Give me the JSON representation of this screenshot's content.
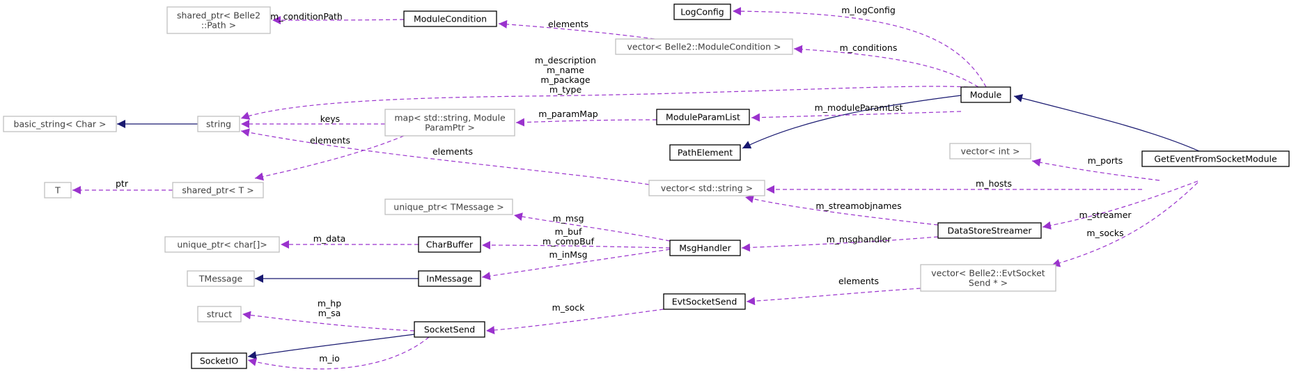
{
  "diagram": {
    "colors": {
      "inheritance": "#191970",
      "usage": "#9a32cd",
      "node_border_documented": "#000000",
      "node_border_external": "#bfbfbf",
      "node_text_external": "#404040",
      "highlight_fill": "#bfbfbf"
    },
    "nodes": [
      {
        "id": "getevent",
        "lines": [
          "GetEventFromSocketModule"
        ],
        "style": "highlight"
      },
      {
        "id": "module",
        "lines": [
          "Module"
        ],
        "style": "documented"
      },
      {
        "id": "logconfig",
        "lines": [
          "LogConfig"
        ],
        "style": "documented"
      },
      {
        "id": "modulecondition",
        "lines": [
          "ModuleCondition"
        ],
        "style": "documented"
      },
      {
        "id": "moduleparamlist",
        "lines": [
          "ModuleParamList"
        ],
        "style": "documented"
      },
      {
        "id": "pathelement",
        "lines": [
          "PathElement"
        ],
        "style": "documented"
      },
      {
        "id": "datastorestreamer",
        "lines": [
          "DataStoreStreamer"
        ],
        "style": "documented"
      },
      {
        "id": "msghandler",
        "lines": [
          "MsgHandler"
        ],
        "style": "documented"
      },
      {
        "id": "charbuffer",
        "lines": [
          "CharBuffer"
        ],
        "style": "documented"
      },
      {
        "id": "inmessage",
        "lines": [
          "InMessage"
        ],
        "style": "documented"
      },
      {
        "id": "evtsocketsend",
        "lines": [
          "EvtSocketSend"
        ],
        "style": "documented"
      },
      {
        "id": "socketsend",
        "lines": [
          "SocketSend"
        ],
        "style": "documented"
      },
      {
        "id": "socketio",
        "lines": [
          "SocketIO"
        ],
        "style": "documented"
      },
      {
        "id": "sharedptr_path",
        "lines": [
          "shared_ptr< Belle2",
          "::Path >"
        ],
        "style": "external"
      },
      {
        "id": "vector_modulecondition",
        "lines": [
          "vector< Belle2::ModuleCondition >"
        ],
        "style": "external"
      },
      {
        "id": "basic_string",
        "lines": [
          "basic_string< Char >"
        ],
        "style": "external"
      },
      {
        "id": "string",
        "lines": [
          "string"
        ],
        "style": "external"
      },
      {
        "id": "map_param",
        "lines": [
          "map< std::string, Module",
          "ParamPtr >"
        ],
        "style": "external"
      },
      {
        "id": "t",
        "lines": [
          "T"
        ],
        "style": "external"
      },
      {
        "id": "sharedptr_t",
        "lines": [
          "shared_ptr< T >"
        ],
        "style": "external"
      },
      {
        "id": "vector_int",
        "lines": [
          "vector< int >"
        ],
        "style": "external"
      },
      {
        "id": "vector_string",
        "lines": [
          "vector< std::string >"
        ],
        "style": "external"
      },
      {
        "id": "uniqueptr_tmessage",
        "lines": [
          "unique_ptr< TMessage >"
        ],
        "style": "external"
      },
      {
        "id": "uniqueptr_char",
        "lines": [
          "unique_ptr< char[]>"
        ],
        "style": "external"
      },
      {
        "id": "tmessage",
        "lines": [
          "TMessage"
        ],
        "style": "external"
      },
      {
        "id": "vector_evtsocket",
        "lines": [
          "vector< Belle2::EvtSocket",
          "Send * >"
        ],
        "style": "external"
      },
      {
        "id": "struct",
        "lines": [
          "struct"
        ],
        "style": "external"
      }
    ],
    "edges": [
      {
        "id": "e-module-getevent",
        "kind": "inheritance",
        "from": "module",
        "to": "getevent",
        "labels": []
      },
      {
        "id": "e-pathelement-module",
        "kind": "inheritance",
        "from": "pathelement",
        "to": "module",
        "labels": []
      },
      {
        "id": "e-basicstring-string",
        "kind": "inheritance",
        "from": "basic_string",
        "to": "string",
        "labels": []
      },
      {
        "id": "e-tmessage-inmessage",
        "kind": "inheritance",
        "from": "tmessage",
        "to": "inmessage",
        "labels": []
      },
      {
        "id": "e-socketio-socketsend",
        "kind": "inheritance",
        "from": "socketio",
        "to": "socketsend",
        "labels": []
      },
      {
        "id": "e-logconfig",
        "kind": "usage",
        "from": "module",
        "to": "logconfig",
        "labels": [
          "m_logConfig"
        ]
      },
      {
        "id": "e-conditions",
        "kind": "usage",
        "from": "module",
        "to": "vector_modulecondition",
        "labels": [
          "m_conditions"
        ]
      },
      {
        "id": "e-cond-elements",
        "kind": "usage",
        "from": "vector_modulecondition",
        "to": "modulecondition",
        "labels": [
          "elements"
        ]
      },
      {
        "id": "e-conditionpath",
        "kind": "usage",
        "from": "modulecondition",
        "to": "sharedptr_path",
        "labels": [
          "m_conditionPath"
        ]
      },
      {
        "id": "e-module-string",
        "kind": "usage",
        "from": "module",
        "to": "string",
        "labels": [
          "m_description",
          "m_name",
          "m_package",
          "m_type"
        ]
      },
      {
        "id": "e-moduleparamlist",
        "kind": "usage",
        "from": "module",
        "to": "moduleparamlist",
        "labels": [
          "m_moduleParamList"
        ]
      },
      {
        "id": "e-parammap",
        "kind": "usage",
        "from": "moduleparamlist",
        "to": "map_param",
        "labels": [
          "m_paramMap"
        ]
      },
      {
        "id": "e-keys",
        "kind": "usage",
        "from": "map_param",
        "to": "string",
        "labels": [
          "keys"
        ]
      },
      {
        "id": "e-map-elements",
        "kind": "usage",
        "from": "map_param",
        "to": "sharedptr_t",
        "labels": [
          "elements"
        ]
      },
      {
        "id": "e-ptr",
        "kind": "usage",
        "from": "sharedptr_t",
        "to": "t",
        "labels": [
          "ptr"
        ]
      },
      {
        "id": "e-vecstring-elements",
        "kind": "usage",
        "from": "vector_string",
        "to": "string",
        "labels": [
          "elements"
        ]
      },
      {
        "id": "e-ports",
        "kind": "usage",
        "from": "getevent",
        "to": "vector_int",
        "labels": [
          "m_ports"
        ]
      },
      {
        "id": "e-hosts",
        "kind": "usage",
        "from": "getevent",
        "to": "vector_string",
        "labels": [
          "m_hosts"
        ]
      },
      {
        "id": "e-streamer",
        "kind": "usage",
        "from": "getevent",
        "to": "datastorestreamer",
        "labels": [
          "m_streamer"
        ]
      },
      {
        "id": "e-socks",
        "kind": "usage",
        "from": "getevent",
        "to": "vector_evtsocket",
        "labels": [
          "m_socks"
        ]
      },
      {
        "id": "e-streamobjnames",
        "kind": "usage",
        "from": "datastorestreamer",
        "to": "vector_string",
        "labels": [
          "m_streamobjnames"
        ]
      },
      {
        "id": "e-msghandler",
        "kind": "usage",
        "from": "datastorestreamer",
        "to": "msghandler",
        "labels": [
          "m_msghandler"
        ]
      },
      {
        "id": "e-msg",
        "kind": "usage",
        "from": "msghandler",
        "to": "uniqueptr_tmessage",
        "labels": [
          "m_msg"
        ]
      },
      {
        "id": "e-buf",
        "kind": "usage",
        "from": "msghandler",
        "to": "charbuffer",
        "labels": [
          "m_buf",
          "m_compBuf"
        ]
      },
      {
        "id": "e-inmsg",
        "kind": "usage",
        "from": "msghandler",
        "to": "inmessage",
        "labels": [
          "m_inMsg"
        ]
      },
      {
        "id": "e-data",
        "kind": "usage",
        "from": "charbuffer",
        "to": "uniqueptr_char",
        "labels": [
          "m_data"
        ]
      },
      {
        "id": "e-evtsock-elements",
        "kind": "usage",
        "from": "vector_evtsocket",
        "to": "evtsocketsend",
        "labels": [
          "elements"
        ]
      },
      {
        "id": "e-sock",
        "kind": "usage",
        "from": "evtsocketsend",
        "to": "socketsend",
        "labels": [
          "m_sock"
        ]
      },
      {
        "id": "e-hp",
        "kind": "usage",
        "from": "socketsend",
        "to": "struct",
        "labels": [
          "m_hp",
          "m_sa"
        ]
      },
      {
        "id": "e-io",
        "kind": "usage",
        "from": "socketsend",
        "to": "socketio",
        "labels": [
          "m_io"
        ]
      }
    ]
  }
}
